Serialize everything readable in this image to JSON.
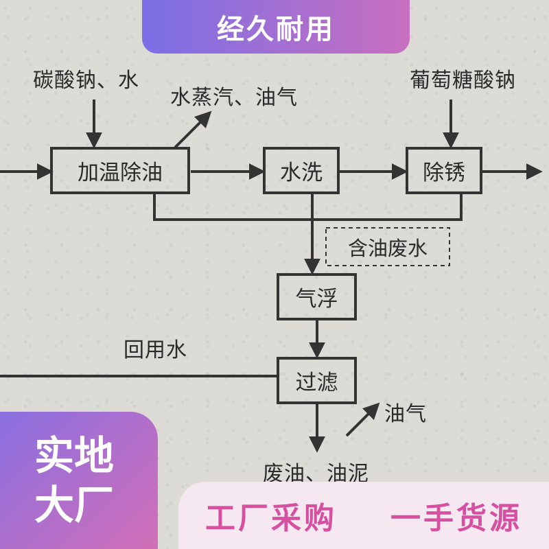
{
  "banner": {
    "top": "经久耐用"
  },
  "badge": {
    "line1": "实地",
    "line2": "大厂"
  },
  "bottom": {
    "left": "工厂采购",
    "right": "一手货源"
  },
  "diagram": {
    "inputs": {
      "left": "碳酸钠、水",
      "right": "葡萄糖酸钠"
    },
    "outputs": {
      "vapor": "水蒸汽、油气",
      "oil_gas": "油气",
      "waste_oil": "废油、油泥"
    },
    "nodes": {
      "degrease": "加温除油",
      "wash": "水洗",
      "derust": "除锈",
      "flotation": "气浮",
      "filter": "过滤"
    },
    "labels": {
      "oily_water": "含油废水",
      "recycled_water": "回用水"
    }
  },
  "colors": {
    "banner_start": "#7a6fe6",
    "banner_end": "#c86fbf",
    "bottom_text": "#d64fa0",
    "line": "#333333"
  }
}
